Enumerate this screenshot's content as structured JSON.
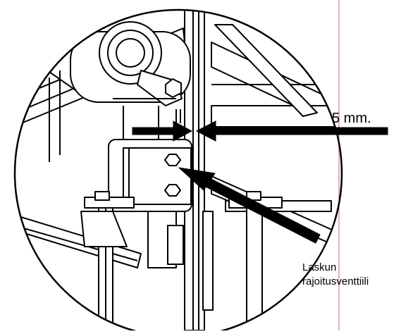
{
  "figure": {
    "dimension_label": "5 mm.",
    "part_label_line1": "Laskun",
    "part_label_line2": "rajoitusventtiili",
    "colors": {
      "line": "#000000",
      "background": "#ffffff",
      "guide_line": "#e05a5a"
    }
  }
}
